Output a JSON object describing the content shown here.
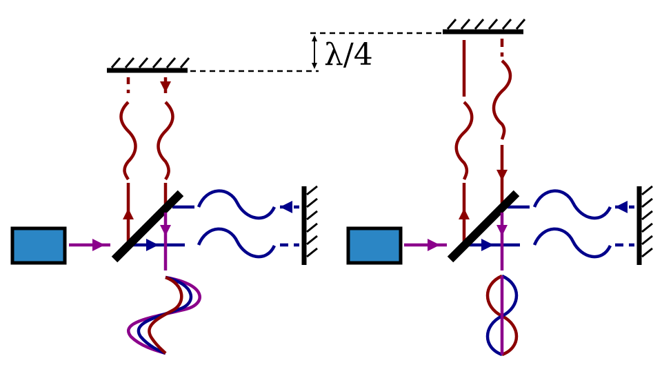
{
  "annotation": {
    "path_difference_label": "λ/4"
  },
  "colors": {
    "laser_fill": "#2b86c5",
    "red_beam": "#8b0000",
    "blue_beam": "#00008b",
    "purple_beam": "#8b008b",
    "mirror": "#000000"
  },
  "icons": {
    "laser_source": "laser-box",
    "beam_splitter": "diagonal-bar",
    "mirror": "hatched-mirror"
  }
}
